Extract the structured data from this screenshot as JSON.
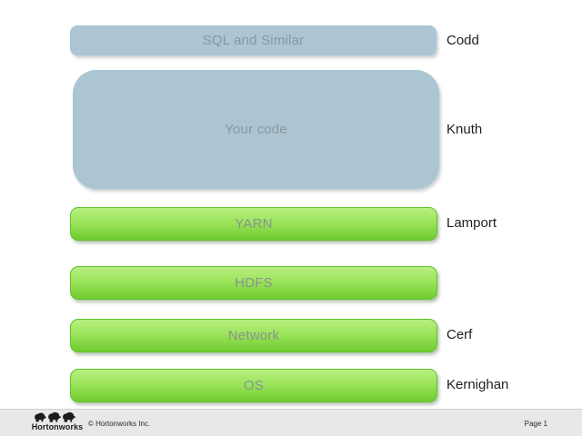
{
  "stack": [
    {
      "id": "sql",
      "label": "SQL and Similar",
      "annotation": "Codd",
      "style": "blue"
    },
    {
      "id": "your-code",
      "label": "Your code",
      "annotation": "Knuth",
      "style": "blue"
    },
    {
      "id": "yarn",
      "label": "YARN",
      "annotation": "Lamport",
      "style": "green"
    },
    {
      "id": "hdfs",
      "label": "HDFS",
      "annotation": "",
      "style": "green"
    },
    {
      "id": "network",
      "label": "Network",
      "annotation": "Cerf",
      "style": "green"
    },
    {
      "id": "os",
      "label": "OS",
      "annotation": "Kernighan",
      "style": "green"
    }
  ],
  "colors": {
    "blue_block": "#abc5d3",
    "green_gradient_top": "#b7ef81",
    "green_gradient_bottom": "#6fcb2e",
    "green_border": "#64c02a",
    "block_label_text": "#8b979f",
    "annotation_text": "#1f1f1f",
    "footer_background": "#e8e8ea"
  },
  "footer": {
    "logo_text": "Hortonworks",
    "copyright": "© Hortonworks Inc.",
    "page": "Page 1"
  }
}
